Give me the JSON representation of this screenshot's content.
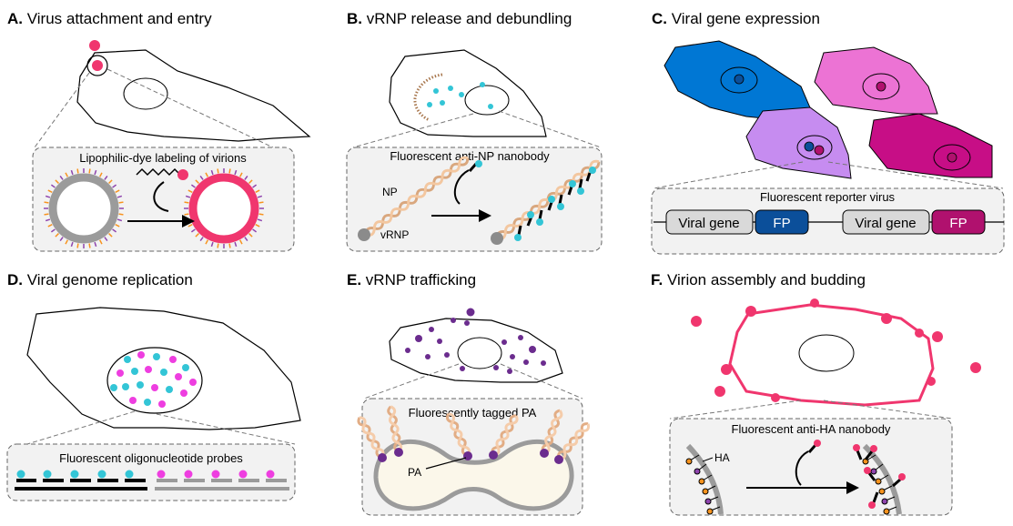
{
  "panels": {
    "a": {
      "letter": "A.",
      "title": "Virus attachment and entry",
      "label": "Lipophilic-dye labeling of virions"
    },
    "b": {
      "letter": "B.",
      "title": "vRNP release and debundling",
      "label": "Fluorescent anti-NP nanobody",
      "np": "NP",
      "vrnp": "vRNP"
    },
    "c": {
      "letter": "C.",
      "title": "Viral gene expression",
      "label": "Fluorescent reporter virus",
      "gene1": "Viral gene",
      "fp1": "FP",
      "gene2": "Viral gene",
      "fp2": "FP"
    },
    "d": {
      "letter": "D.",
      "title": "Viral genome replication",
      "label": "Fluorescent oligonucleotide probes"
    },
    "e": {
      "letter": "E.",
      "title": "vRNP trafficking",
      "label": "Fluorescently tagged PA",
      "pa": "PA"
    },
    "f": {
      "letter": "F.",
      "title": "Virion assembly and budding",
      "label": "Fluorescent anti-HA nanobody",
      "ha": "HA"
    }
  },
  "colors": {
    "virion_pink": "#f0366e",
    "teal": "#33c5d6",
    "magenta": "#ee3ee0",
    "purple": "#6b2c8e",
    "cell_blue": "#0077d4",
    "cell_pink": "#ec73d4",
    "cell_lavender": "#c68cf0",
    "cell_magenta": "#c70e86",
    "fp_blue": "#0b4f9a",
    "fp_magenta": "#b0116e",
    "inset_bg": "#f2f2f2"
  }
}
